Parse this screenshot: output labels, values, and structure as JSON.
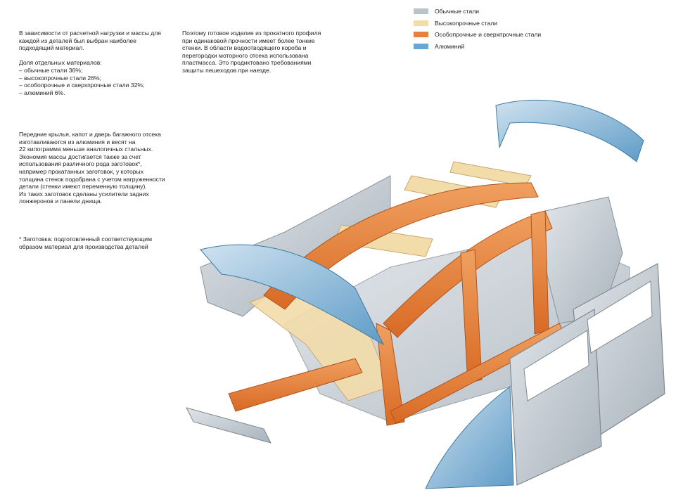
{
  "legend": {
    "items": [
      {
        "label": "Обычные стали",
        "color": "#b9c3cc"
      },
      {
        "label": "Высокопрочные стали",
        "color": "#f2dcaa"
      },
      {
        "label": "Особопрочные и сверхпрочные стали",
        "color": "#e8823a"
      },
      {
        "label": "Алюминий",
        "color": "#6aa7d3"
      }
    ]
  },
  "text": {
    "intro": "В зависимости от расчетной нагрузки и массы для\nкаждой из деталей был выбран наиболее\nподходящий материал.",
    "shares_title": "Доля отдельных материалов:",
    "shares": [
      "–   обычные стали 36%;",
      "–   высокопрочные стали 26%;",
      "–   особопрочные и сверхпрочные стали 32%;",
      "–   алюминий 6%."
    ],
    "aluminium": "Передние крылья, капот и дверь багажного отсека\nизготавливаются из алюминия и весят на\n22 килограмма меньше аналогичных стальных.\nЭкономия массы достигается также за счет\nиспользования различного рода заготовок*,\nнапример прокатанных заготовок, у которых\nтолщина стенок подобрана с учетом нагруженности\nдетали (стенки имеют переменную толщину).\nИз таких заготовок сделаны усилители задних\nлонжеронов и панели днища.",
    "footnote": "* Заготовка: подготовленный соответствующим\nобразом материал для производства деталей",
    "rolled": "Поэтому готовое изделие из прокатного профиля\nпри одинаковой прочности имеет более тонкие\nстенки. В области водоотводящего короба и\nперегородки моторного отсека использована\nпластмасса. Это продиктовано требованиями\nзащиты пешеходов при наезде."
  }
}
